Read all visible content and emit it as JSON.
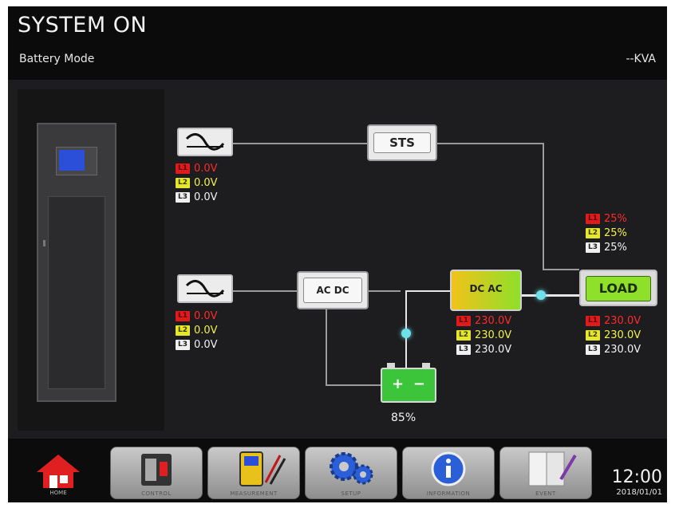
{
  "header": {
    "title": "SYSTEM ON",
    "mode": "Battery Mode",
    "kva": "--KVA"
  },
  "flow": {
    "sts_label": "STS",
    "acdc_label": "AC DC",
    "dcac_label": "DC AC",
    "load_label": "LOAD"
  },
  "bypass_input": {
    "phases": [
      {
        "tag": "L1",
        "value": "0.0V"
      },
      {
        "tag": "L2",
        "value": "0.0V"
      },
      {
        "tag": "L3",
        "value": "0.0V"
      }
    ]
  },
  "main_input": {
    "phases": [
      {
        "tag": "L1",
        "value": "0.0V"
      },
      {
        "tag": "L2",
        "value": "0.0V"
      },
      {
        "tag": "L3",
        "value": "0.0V"
      }
    ]
  },
  "inverter_output": {
    "phases": [
      {
        "tag": "L1",
        "value": "230.0V"
      },
      {
        "tag": "L2",
        "value": "230.0V"
      },
      {
        "tag": "L3",
        "value": "230.0V"
      }
    ]
  },
  "load_percent": {
    "phases": [
      {
        "tag": "L1",
        "value": "25%"
      },
      {
        "tag": "L2",
        "value": "25%"
      },
      {
        "tag": "L3",
        "value": "25%"
      }
    ]
  },
  "load_voltage": {
    "phases": [
      {
        "tag": "L1",
        "value": "230.0V"
      },
      {
        "tag": "L2",
        "value": "230.0V"
      },
      {
        "tag": "L3",
        "value": "230.0V"
      }
    ]
  },
  "battery": {
    "plus": "+",
    "minus": "−",
    "charge": "85%"
  },
  "footer": {
    "home_label": "HOME",
    "control_label": "CONTROL",
    "measurement_label": "MEASUREMENT",
    "setup_label": "SETUP",
    "information_label": "INFORMATION",
    "event_label": "EVENT",
    "time": "12:00",
    "date": "2018/01/01"
  },
  "colors": {
    "screen_bg": "#1d1d1f",
    "phase_l1": "#e01b1b",
    "phase_l2": "#e6e62a",
    "phase_l3": "#f0f0f0",
    "active_green": "#8ee02a",
    "flow_dot": "#6fe0ea"
  }
}
